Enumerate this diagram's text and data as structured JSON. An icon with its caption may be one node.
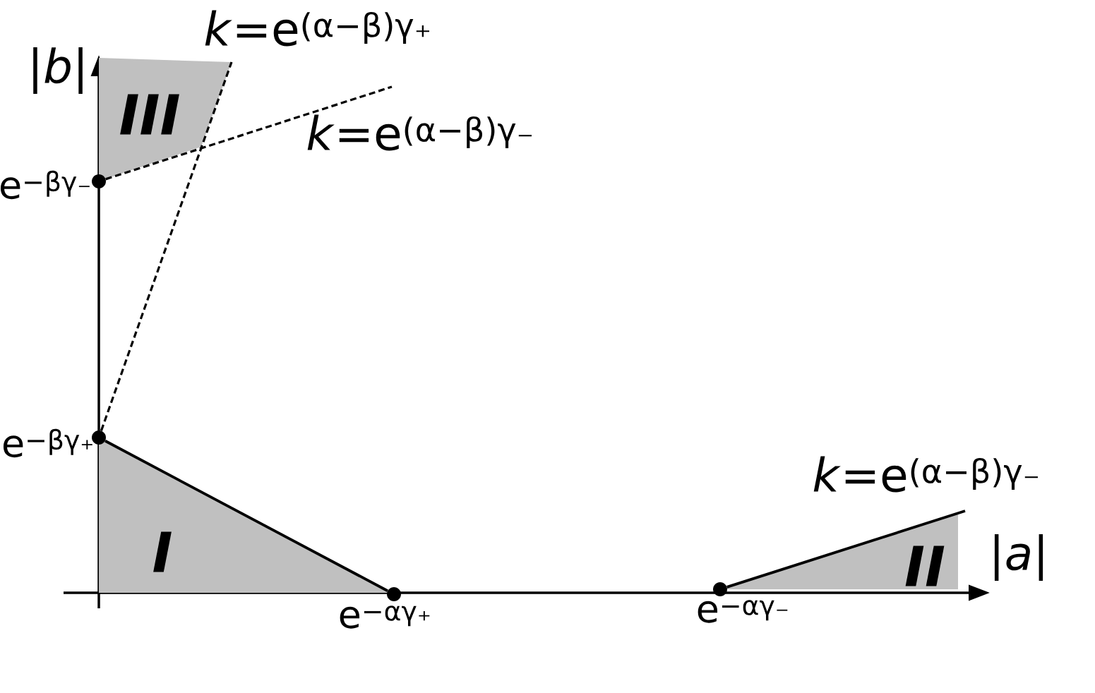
{
  "diagram": {
    "nodes": [
      {
        "text": [
          "III"
        ]
      },
      {
        "text": [
          "I"
        ]
      },
      {
        "text": [
          "II"
        ]
      },
      {
        "text": [],
        "shape": "circle",
        "beside": [
          "e$^{−βγ₋}$"
        ]
      },
      {
        "text": [],
        "shape": "circle",
        "beside": [
          "e$^{−βγ₊}$"
        ]
      },
      {
        "text": [],
        "shape": "circle",
        "beside": [
          "e$^{−αγ₊}$"
        ]
      },
      {
        "text": [],
        "shape": "circle",
        "beside": [
          "e$^{−αγ₋}$"
        ]
      }
    ],
    "edges": [
      {
        "from": 4,
        "to": 5,
        "arrow": "none"
      },
      {
        "from": 4,
        "to": 0,
        "arrow": "none",
        "style": "dashed",
        "label": "*k*=e$^{(α−β)γ₊}$"
      },
      {
        "from": 3,
        "to": null,
        "arrow": "none",
        "style": "dashed",
        "label": "*k*=e$^{(α−β)γ₋}$"
      },
      {
        "from": 6,
        "to": 2,
        "arrow": "none",
        "label": "*k*=e$^{(α−β)γ₋}$"
      }
    ],
    "labels": [
      "|*b*|",
      "|*a*|"
    ]
  }
}
